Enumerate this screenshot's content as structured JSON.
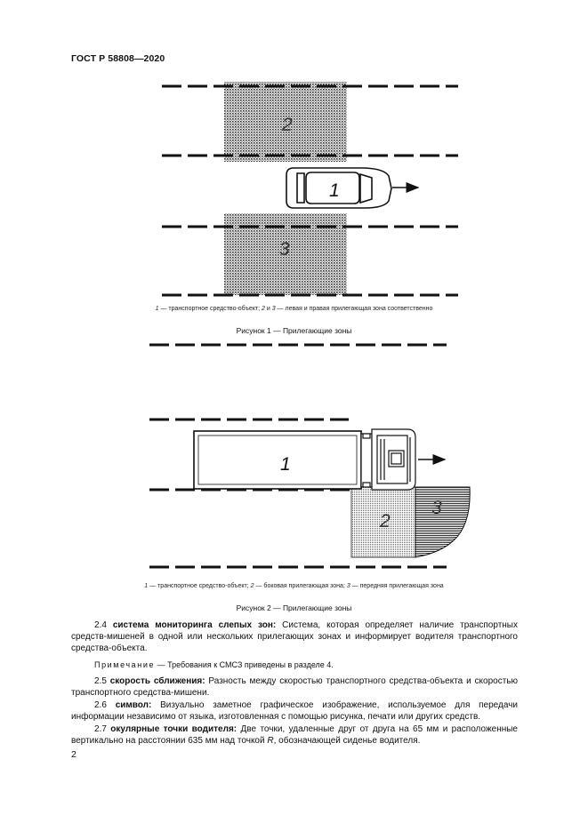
{
  "header": {
    "standard_id": "ГОСТ Р 58808—2020"
  },
  "figure1": {
    "labels": {
      "vehicle": "1",
      "left_zone": "2",
      "right_zone": "3"
    },
    "legend": {
      "i1": "1",
      "t1": " — транспортное средство-объект; ",
      "i2": "2",
      "t2": " и ",
      "i3": "3",
      "t3": " — левая и правая прилегающая зона соответственно"
    },
    "caption": "Рисунок 1 — Прилегающие зоны"
  },
  "figure2": {
    "labels": {
      "vehicle": "1",
      "side_zone": "2",
      "front_zone": "3"
    },
    "legend": {
      "i1": "1",
      "t1": " — транспортное средство-объект; ",
      "i2": "2",
      "t2": " — боковая прилегающая зона; ",
      "i3": "3",
      "t3": " — передняя прилегающая зона"
    },
    "caption": "Рисунок 2 — Прилегающие зоны"
  },
  "paragraphs": {
    "p24": {
      "num": "2.4 ",
      "term": "система мониторинга слепых зон:",
      "text": " Система, которая определяет наличие транспортных средств-мишеней в одной или нескольких прилегающих зонах и информирует водителя транспортного средства-объекта."
    },
    "note": {
      "label": "Примечание",
      "text": " — Требования к СМСЗ приведены в разделе 4."
    },
    "p25": {
      "num": "2.5 ",
      "term": "скорость сближения:",
      "text": " Разность между скоростью транспортного средства-объекта и скоростью транспортного средства-мишени."
    },
    "p26": {
      "num": "2.6 ",
      "term": "символ:",
      "text": " Визуально заметное графическое изображение, используемое для передачи информации независимо от языка, изготовленная с помощью рисунка, печати или других средств."
    },
    "p27": {
      "num": "2.7 ",
      "term": "окулярные точки водителя:",
      "text1": " Две точки, удаленные друг от друга на 65 мм и расположенные вертикально на расстоянии 635 мм над точкой ",
      "italic": "R",
      "text2": ", обозначающей сиденье водителя."
    }
  },
  "footer": {
    "page_number": "2"
  }
}
